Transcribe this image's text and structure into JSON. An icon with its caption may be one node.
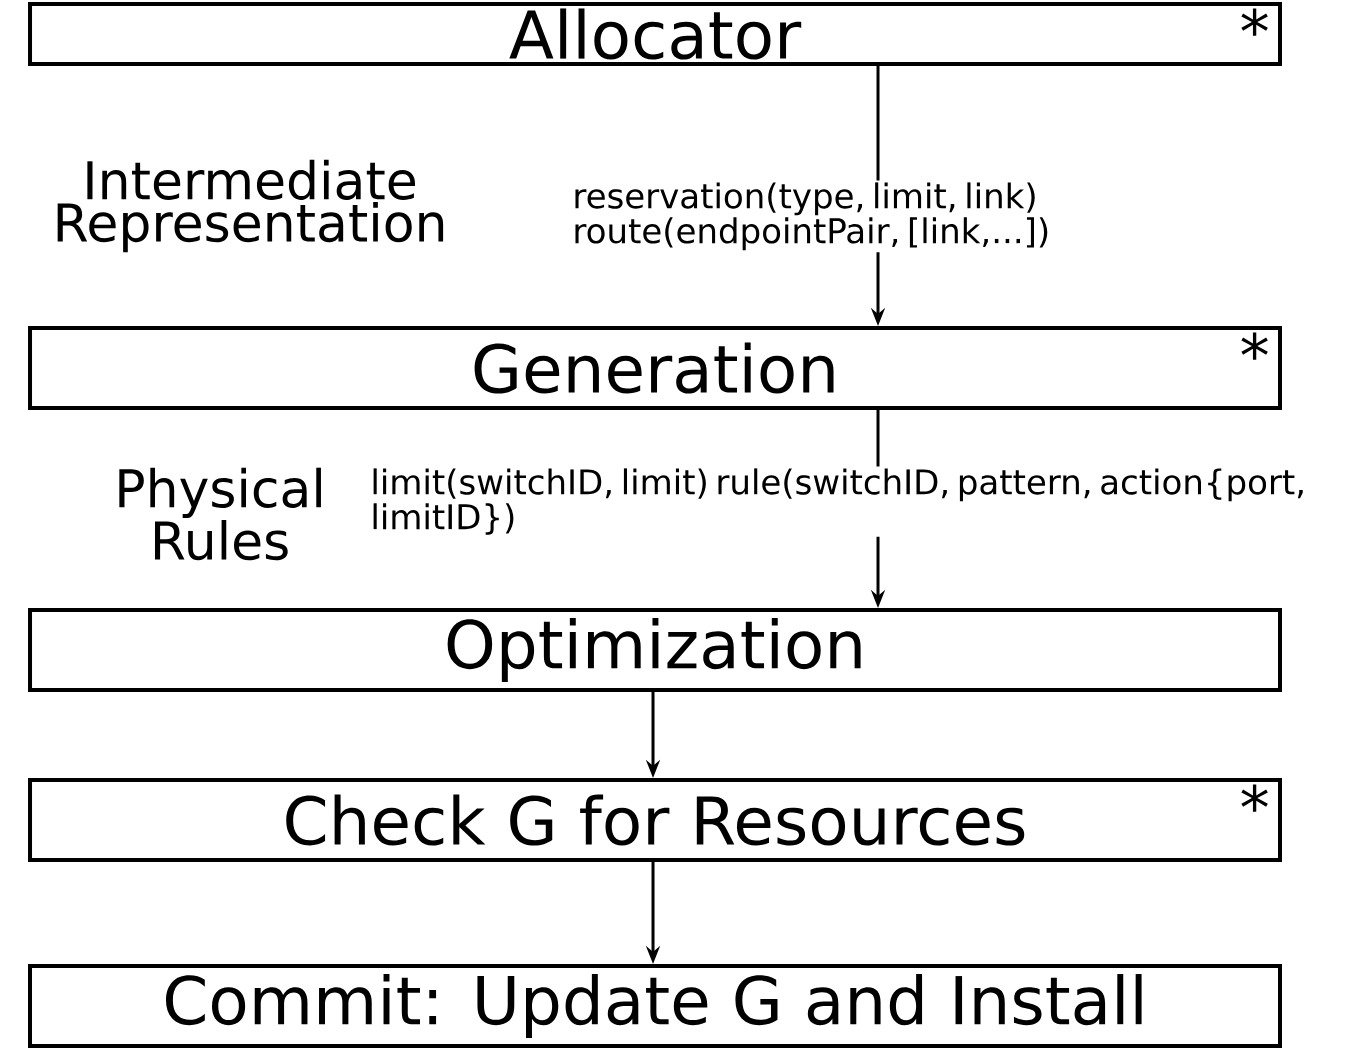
{
  "diagram": {
    "nodes": [
      {
        "text": [
          "Allocator",
          "*"
        ]
      },
      {
        "text": [
          "Generation",
          "*"
        ]
      },
      {
        "text": [
          "Optimization"
        ]
      },
      {
        "text": [
          "Check G for Resources",
          "*"
        ]
      },
      {
        "text": [
          "Commit: Update G and Install"
        ]
      }
    ],
    "edges": [
      {
        "from": 0,
        "to": 1,
        "arrow": "to",
        "label": "reservation(type, limit, link) route(endpointPair, [link,...])"
      },
      {
        "from": 1,
        "to": 2,
        "arrow": "to",
        "label": "limit(switchID, limit) rule(switchID, pattern, action{port, limitID})"
      },
      {
        "from": 2,
        "to": 3,
        "arrow": "to"
      },
      {
        "from": 3,
        "to": 4,
        "arrow": "to"
      }
    ],
    "labels": [
      "Intermediate Representation",
      "Physical Rules"
    ]
  }
}
